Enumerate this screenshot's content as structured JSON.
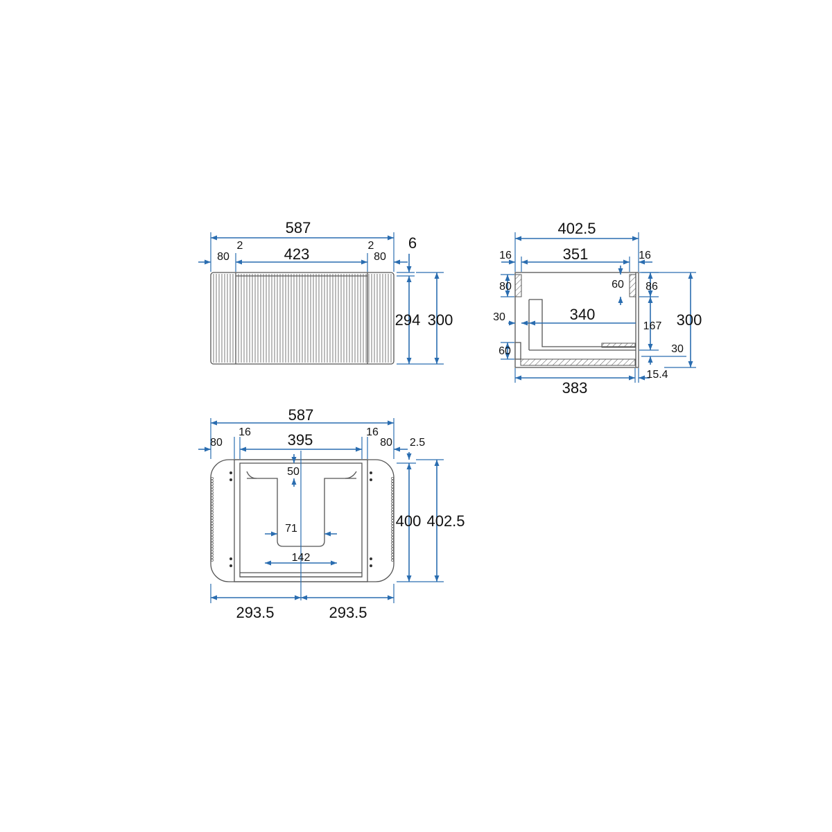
{
  "colors": {
    "dimension": "#2a6db0",
    "object": "#555555",
    "background": "#ffffff"
  },
  "front_view": {
    "overall_width": "587",
    "side_left": "80",
    "gap_left": "2",
    "door_width": "423",
    "gap_right": "2",
    "side_right": "80",
    "top_gap": "6",
    "door_height": "294",
    "overall_height": "300"
  },
  "side_view": {
    "overall_depth": "402.5",
    "left_panel": "16",
    "inner_depth": "351",
    "right_panel": "16",
    "top_rail": "80",
    "rail_60_top": "60",
    "top_86": "86",
    "back_offset": "30",
    "drawer_depth": "340",
    "drawer_height": "167",
    "overall_height": "300",
    "rail_60_bottom": "60",
    "bottom_30": "30",
    "bottom_depth": "383",
    "bottom_offset": "15.4"
  },
  "top_view": {
    "overall_width": "587",
    "side_left": "80",
    "panel_left": "16",
    "inner_width": "395",
    "panel_right": "16",
    "side_right": "80",
    "front_gap": "2.5",
    "cutout_depth": "50",
    "cutout_inner": "71",
    "cutout_outer": "142",
    "inner_depth": "400",
    "overall_depth": "402.5",
    "half_left": "293.5",
    "half_right": "293.5"
  }
}
